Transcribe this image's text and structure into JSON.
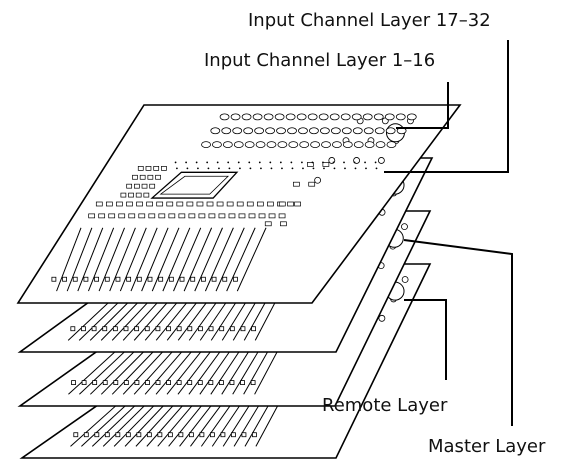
{
  "labels": {
    "layer_17_32": "Input Channel Layer 17–32",
    "layer_1_16": "Input Channel Layer 1–16",
    "remote": "Remote Layer",
    "master": "Master Layer"
  }
}
